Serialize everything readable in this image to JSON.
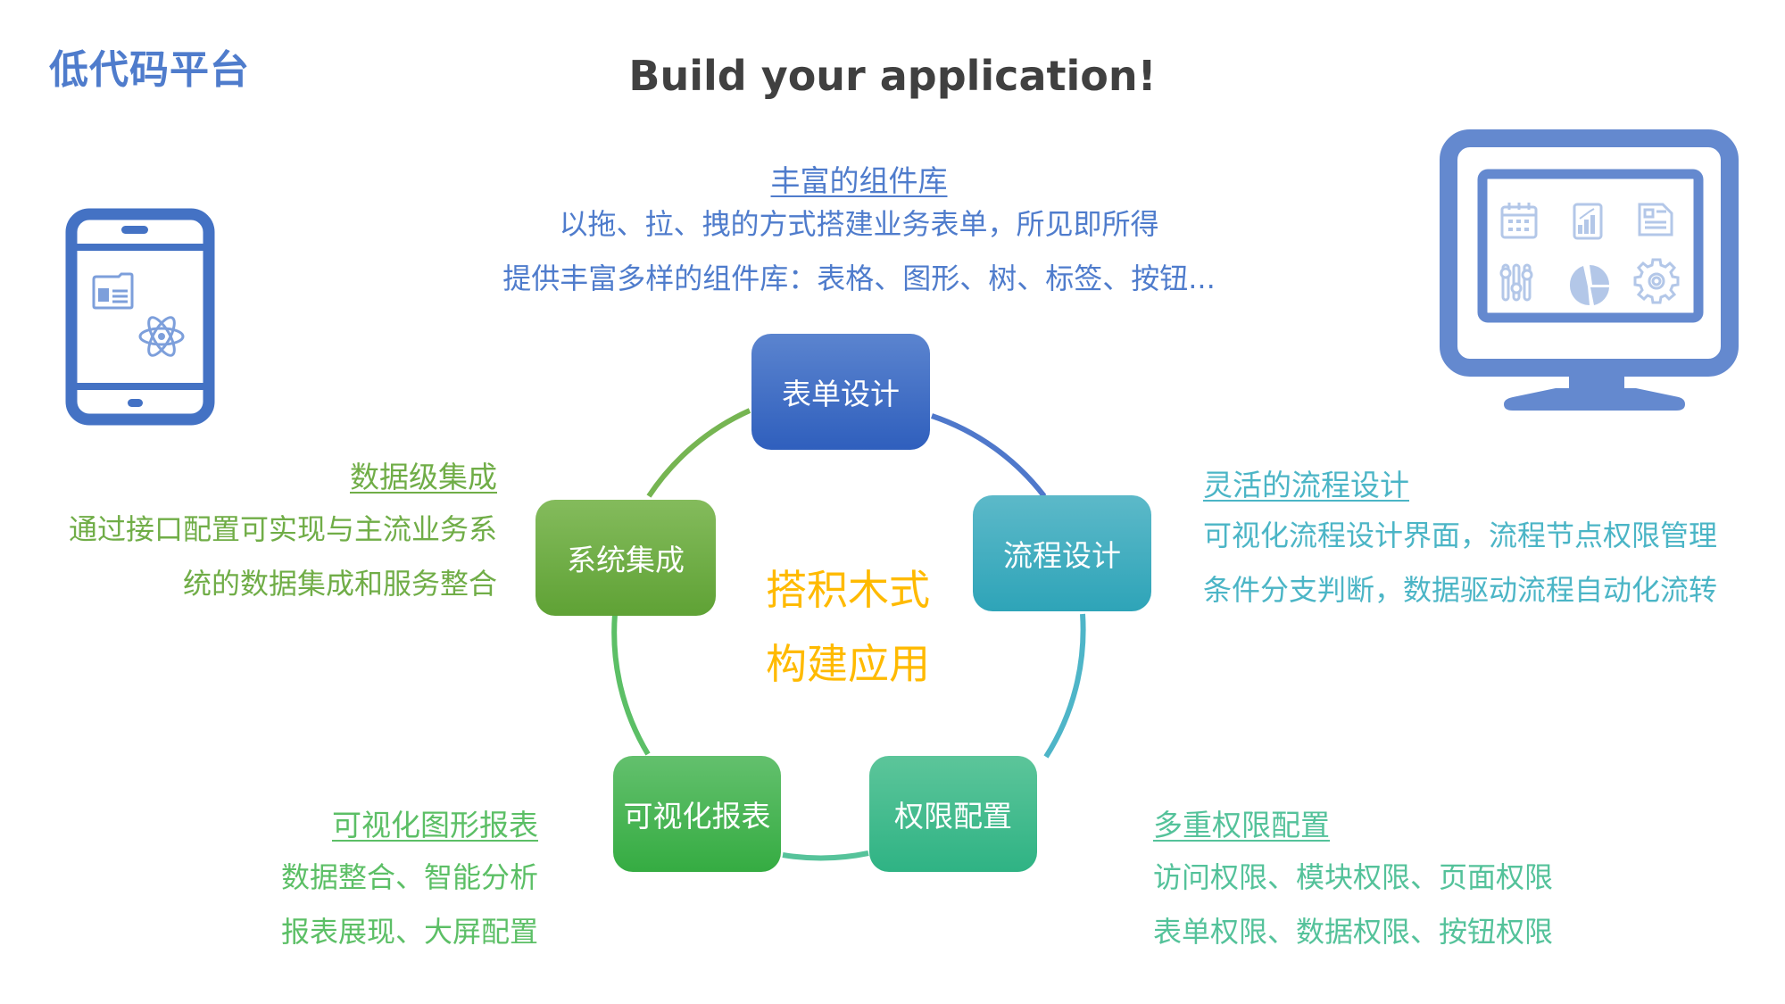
{
  "brand": "低代码平台",
  "title": "Build your application!",
  "colors": {
    "brand": "#4f7ccc",
    "title": "#404040",
    "blue": "#4472c4",
    "teal": "#4bb5c6",
    "green_light": "#70ad47",
    "green": "#4cbb5c",
    "mint": "#54c29a",
    "amber": "#ffba00"
  },
  "center": {
    "line1": "搭积木式",
    "line2": "构建应用"
  },
  "modules": [
    {
      "label": "表单设计"
    },
    {
      "label": "流程设计"
    },
    {
      "label": "权限配置"
    },
    {
      "label": "可视化报表"
    },
    {
      "label": "系统集成"
    }
  ],
  "sections": {
    "components": {
      "heading": "丰富的组件库",
      "lines": [
        "以拖、拉、拽的方式搭建业务表单，所见即所得",
        "提供丰富多样的组件库：表格、图形、树、标签、按钮..."
      ]
    },
    "workflow": {
      "heading": "灵活的流程设计",
      "lines": [
        "可视化流程设计界面，流程节点权限管理",
        "条件分支判断，数据驱动流程自动化流转"
      ]
    },
    "permissions": {
      "heading": "多重权限配置",
      "lines": [
        "访问权限、模块权限、页面权限",
        "表单权限、数据权限、按钮权限"
      ]
    },
    "reports": {
      "heading": "可视化图形报表",
      "lines": [
        "数据整合、智能分析",
        "报表展现、大屏配置"
      ]
    },
    "integration": {
      "heading": "数据级集成",
      "lines": [
        "通过接口配置可实现与主流业务系",
        "统的数据集成和服务整合"
      ]
    }
  },
  "icons": {
    "phone": "mobile-phone-icon",
    "phone_contents": [
      "id-card-icon",
      "atom-icon"
    ],
    "monitor": "desktop-monitor-icon",
    "monitor_contents": [
      "calendar-icon",
      "tablet-chart-icon",
      "document-icon",
      "sliders-icon",
      "pie-chart-icon",
      "gear-icon"
    ]
  }
}
